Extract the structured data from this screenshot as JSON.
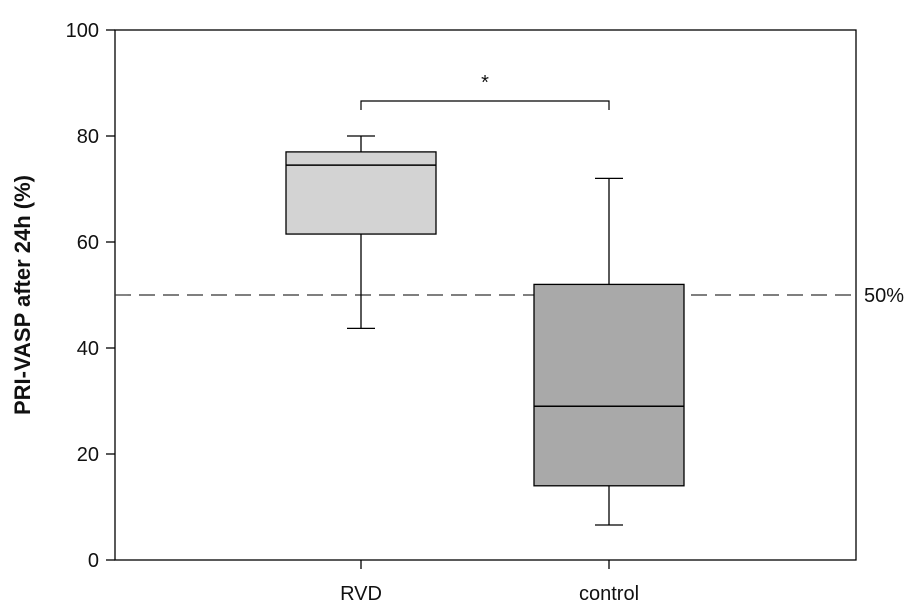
{
  "chart_data": {
    "type": "box",
    "ylabel": "PRI-VASP after 24h (%)",
    "ylim": [
      0,
      100
    ],
    "yticks": [
      0,
      20,
      40,
      60,
      80,
      100
    ],
    "grid": false,
    "categories": [
      "RVD",
      "control"
    ],
    "boxes": [
      {
        "category": "RVD",
        "whisker_low": 43.7,
        "q1": 61.5,
        "median": 74.5,
        "q3": 77.0,
        "whisker_high": 80.0,
        "color": "#d3d3d3"
      },
      {
        "category": "control",
        "whisker_low": 6.6,
        "q1": 14.0,
        "median": 29.0,
        "q3": 52.0,
        "whisker_high": 72.0,
        "color": "#a9a9a9"
      }
    ],
    "reference_line": {
      "y": 50,
      "label": "50%",
      "style": "dashed"
    },
    "significance": {
      "between": [
        "RVD",
        "control"
      ],
      "label": "*"
    }
  }
}
